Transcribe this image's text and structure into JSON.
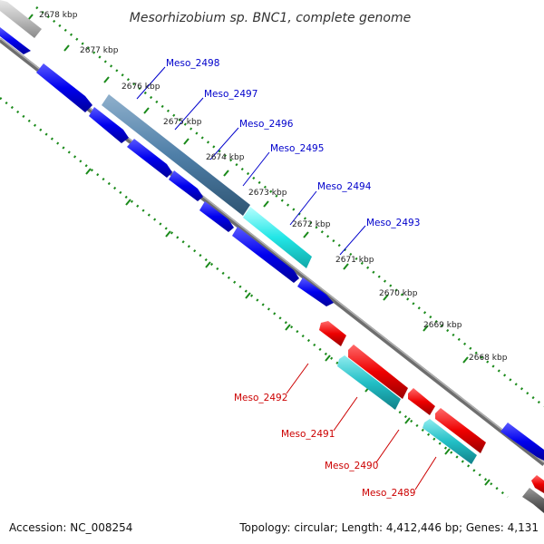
{
  "title": "Mesorhizobium sp. BNC1, complete genome",
  "footer": {
    "accession": "Accession: NC_008254",
    "stats": "Topology: circular; Length: 4,412,446 bp; Genes: 4,131"
  },
  "colors": {
    "forward_gene": "#0000ee",
    "reverse_gene": "#ee0000",
    "highlight_steel": "#4f7fa8",
    "highlight_cyan": "#22e6e6",
    "reverse_cyan": "#22bfc6",
    "backbone": "#888888",
    "tick": "#1a8a1a",
    "forward_label": "#0000cc",
    "reverse_label": "#cc0000"
  },
  "kbp_ticks": [
    {
      "label": "2678 kbp"
    },
    {
      "label": "2677 kbp"
    },
    {
      "label": "2676 kbp"
    },
    {
      "label": "2675 kbp"
    },
    {
      "label": "2674 kbp"
    },
    {
      "label": "2673 kbp"
    },
    {
      "label": "2672 kbp"
    },
    {
      "label": "2671 kbp"
    },
    {
      "label": "2670 kbp"
    },
    {
      "label": "2669 kbp"
    },
    {
      "label": "2668 kbp"
    }
  ],
  "forward_labels": [
    "Meso_2498",
    "Meso_2497",
    "Meso_2496",
    "Meso_2495",
    "Meso_2494",
    "Meso_2493"
  ],
  "reverse_labels": [
    "Meso_2492",
    "Meso_2491",
    "Meso_2490",
    "Meso_2489"
  ]
}
